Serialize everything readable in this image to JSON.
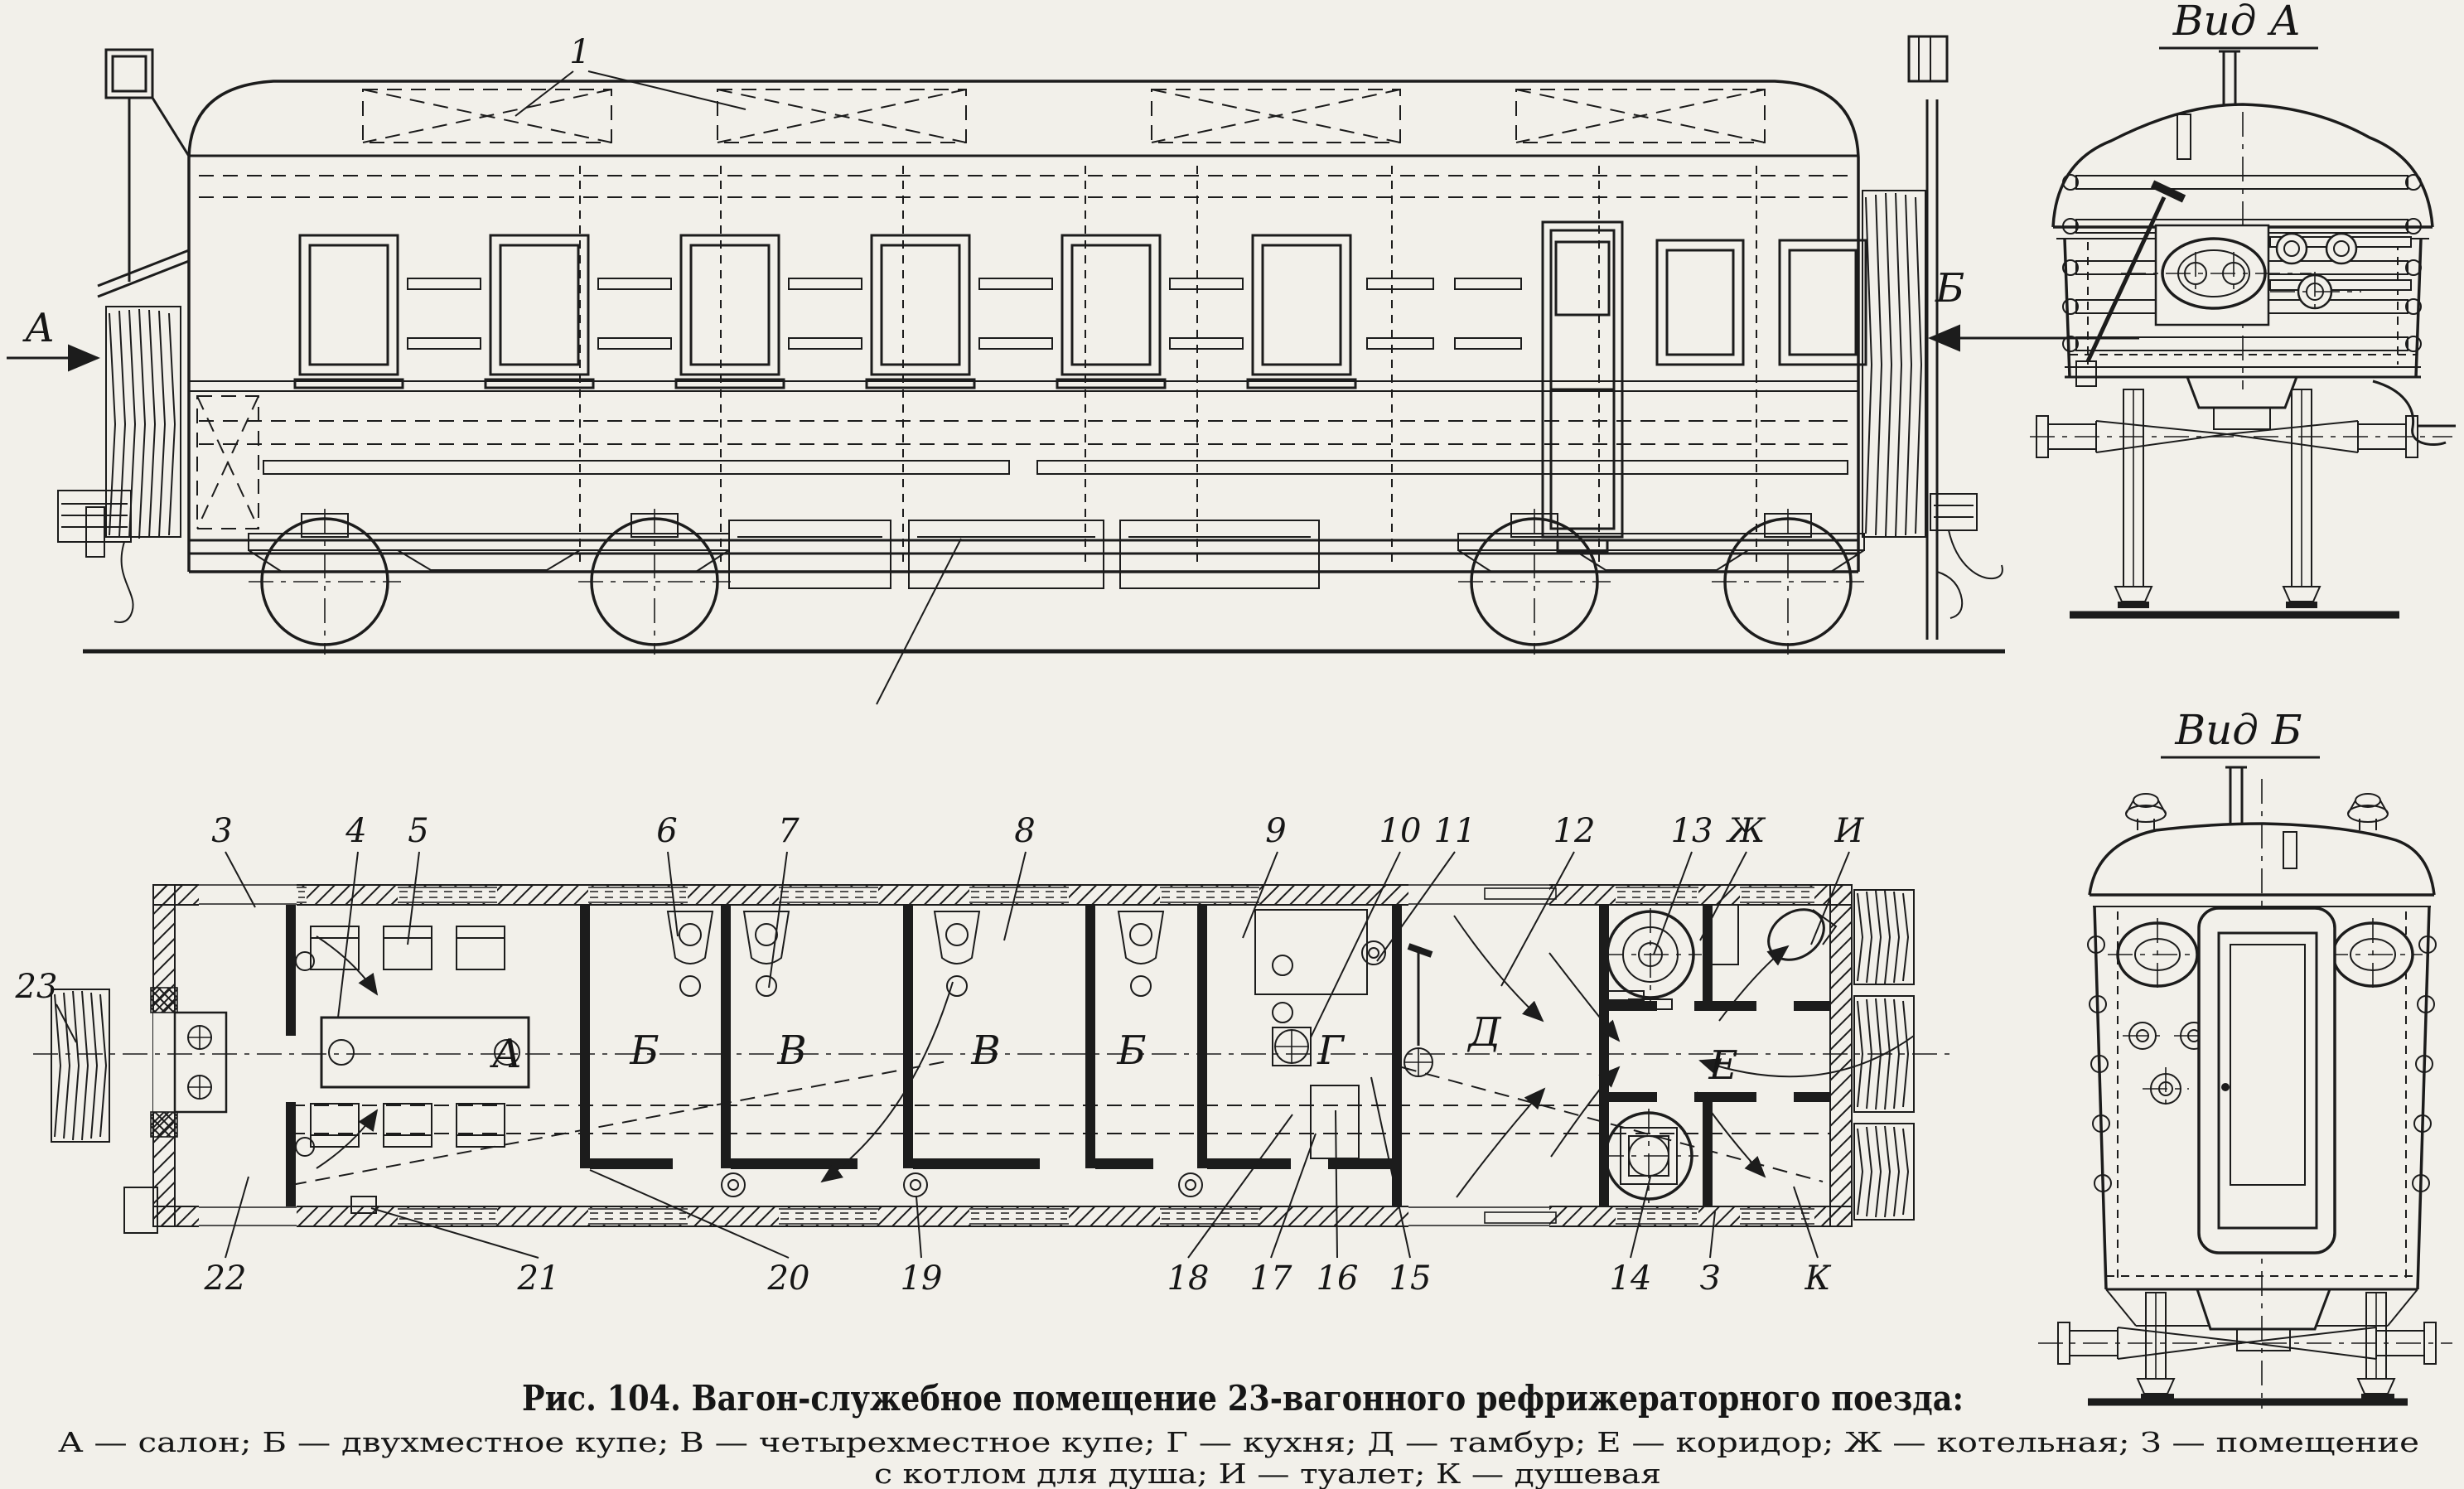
{
  "figure": {
    "caption": "Рис. 104. Вагон-служебное помещение 23-вагонного рефрижераторного поезда:",
    "legend_line1": "А — салон;  Б — двухместное купе;  В — четырехместное купе;  Г — кухня;  Д — тамбур;  Е — коридор;  Ж — котельная;  З — помещение",
    "legend_line2": "с котлом для душа;  И — туалет;  К — душевая"
  },
  "views": {
    "side": {
      "callout_1": "1",
      "label_a": "А",
      "label_b": "Б"
    },
    "end_a": {
      "title": "Вид А"
    },
    "end_b": {
      "title": "Вид Б"
    }
  },
  "plan": {
    "left_callout": "23",
    "top_callouts": [
      "3",
      "4",
      "5",
      "6",
      "7",
      "8",
      "9",
      "10",
      "11",
      "12",
      "13",
      "Ж",
      "И"
    ],
    "bottom_callouts": [
      "22",
      "21",
      "20",
      "19",
      "18",
      "17",
      "16",
      "15",
      "14",
      "З",
      "К"
    ],
    "room_labels": {
      "salon": "А",
      "coupe2_left": "Б",
      "coupe4_left": "В",
      "coupe4_right": "В",
      "coupe2_right": "Б",
      "kitchen": "Г",
      "tambour": "Д",
      "corridor": "Е"
    }
  }
}
